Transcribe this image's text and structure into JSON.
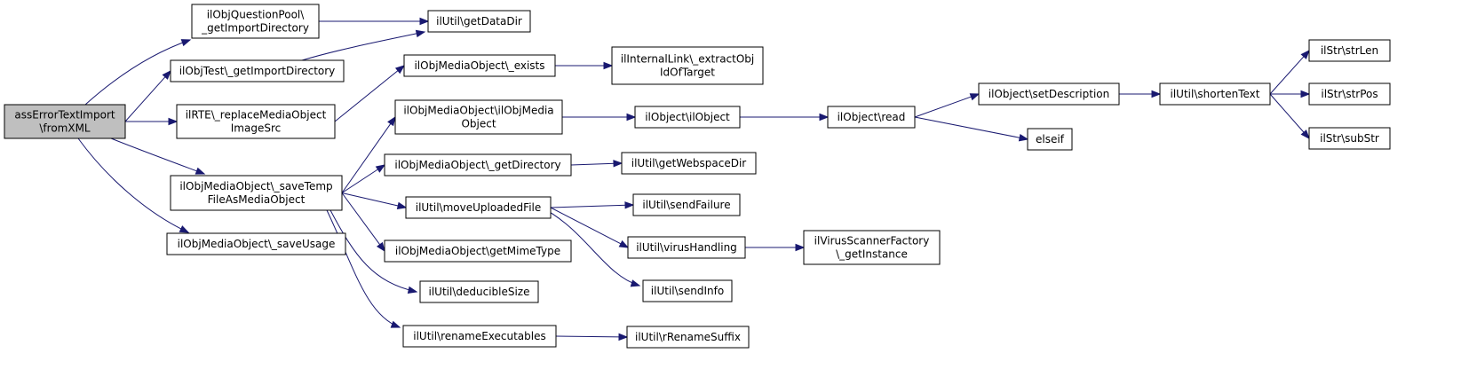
{
  "graph": {
    "edge_color": "#191970",
    "root_fill": "#bfbfbf",
    "nodes": [
      {
        "id": "root",
        "lines": [
          "assErrorTextImport",
          "\\fromXML"
        ],
        "root": true
      },
      {
        "id": "qpool",
        "lines": [
          "ilObjQuestionPool\\",
          "_getImportDirectory"
        ]
      },
      {
        "id": "datadir",
        "lines": [
          "ilUtil\\getDataDir"
        ]
      },
      {
        "id": "objtest",
        "lines": [
          "ilObjTest\\_getImportDirectory"
        ]
      },
      {
        "id": "rte",
        "lines": [
          "ilRTE\\_replaceMediaObject",
          "ImageSrc"
        ]
      },
      {
        "id": "moexists",
        "lines": [
          "ilObjMediaObject\\_exists"
        ]
      },
      {
        "id": "extract",
        "lines": [
          "ilInternalLink\\_extractObj",
          "IdOfTarget"
        ]
      },
      {
        "id": "savetemp",
        "lines": [
          "ilObjMediaObject\\_saveTemp",
          "FileAsMediaObject"
        ]
      },
      {
        "id": "saveusage",
        "lines": [
          "ilObjMediaObject\\_saveUsage"
        ]
      },
      {
        "id": "moctor",
        "lines": [
          "ilObjMediaObject\\ilObjMedia",
          "Object"
        ]
      },
      {
        "id": "getdir",
        "lines": [
          "ilObjMediaObject\\_getDirectory"
        ]
      },
      {
        "id": "moveup",
        "lines": [
          "ilUtil\\moveUploadedFile"
        ]
      },
      {
        "id": "mime",
        "lines": [
          "ilObjMediaObject\\getMimeType"
        ]
      },
      {
        "id": "deduc",
        "lines": [
          "ilUtil\\deducibleSize"
        ]
      },
      {
        "id": "renexec",
        "lines": [
          "ilUtil\\renameExecutables"
        ]
      },
      {
        "id": "objctor",
        "lines": [
          "ilObject\\ilObject"
        ]
      },
      {
        "id": "webspace",
        "lines": [
          "ilUtil\\getWebspaceDir"
        ]
      },
      {
        "id": "sendfail",
        "lines": [
          "ilUtil\\sendFailure"
        ]
      },
      {
        "id": "virus",
        "lines": [
          "ilUtil\\virusHandling"
        ]
      },
      {
        "id": "sendinfo",
        "lines": [
          "ilUtil\\sendInfo"
        ]
      },
      {
        "id": "rrename",
        "lines": [
          "ilUtil\\rRenameSuffix"
        ]
      },
      {
        "id": "objread",
        "lines": [
          "ilObject\\read"
        ]
      },
      {
        "id": "vsf",
        "lines": [
          "ilVirusScannerFactory",
          "\\_getInstance"
        ]
      },
      {
        "id": "setdesc",
        "lines": [
          "ilObject\\setDescription"
        ]
      },
      {
        "id": "elseif",
        "lines": [
          "elseif"
        ]
      },
      {
        "id": "shorten",
        "lines": [
          "ilUtil\\shortenText"
        ]
      },
      {
        "id": "strlen",
        "lines": [
          "ilStr\\strLen"
        ]
      },
      {
        "id": "strpos",
        "lines": [
          "ilStr\\strPos"
        ]
      },
      {
        "id": "substr",
        "lines": [
          "ilStr\\subStr"
        ]
      }
    ],
    "edges": [
      [
        "root",
        "qpool"
      ],
      [
        "root",
        "objtest"
      ],
      [
        "root",
        "rte"
      ],
      [
        "root",
        "savetemp"
      ],
      [
        "root",
        "saveusage"
      ],
      [
        "qpool",
        "datadir"
      ],
      [
        "objtest",
        "datadir"
      ],
      [
        "rte",
        "moexists"
      ],
      [
        "moexists",
        "extract"
      ],
      [
        "savetemp",
        "moctor"
      ],
      [
        "savetemp",
        "getdir"
      ],
      [
        "savetemp",
        "moveup"
      ],
      [
        "savetemp",
        "mime"
      ],
      [
        "savetemp",
        "deduc"
      ],
      [
        "savetemp",
        "renexec"
      ],
      [
        "moctor",
        "objctor"
      ],
      [
        "objctor",
        "objread"
      ],
      [
        "objread",
        "setdesc"
      ],
      [
        "objread",
        "elseif"
      ],
      [
        "setdesc",
        "shorten"
      ],
      [
        "shorten",
        "strlen"
      ],
      [
        "shorten",
        "strpos"
      ],
      [
        "shorten",
        "substr"
      ],
      [
        "getdir",
        "webspace"
      ],
      [
        "moveup",
        "sendfail"
      ],
      [
        "moveup",
        "virus"
      ],
      [
        "moveup",
        "sendinfo"
      ],
      [
        "virus",
        "vsf"
      ],
      [
        "renexec",
        "rrename"
      ]
    ]
  }
}
